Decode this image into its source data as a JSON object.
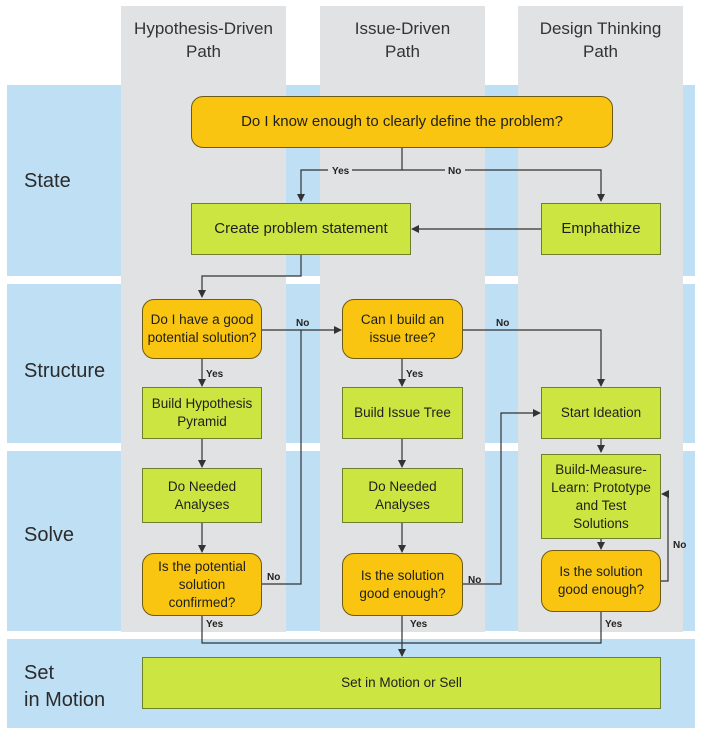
{
  "columns": {
    "hypothesis": "Hypothesis-Driven\nPath",
    "issue": "Issue-Driven\nPath",
    "design": "Design Thinking\nPath"
  },
  "rows": {
    "state": "State",
    "structure": "Structure",
    "solve": "Solve",
    "set_in_motion": "Set\nin Motion"
  },
  "nodes": {
    "know_enough": "Do I know enough to clearly define the problem?",
    "create_problem": "Create problem statement",
    "emphathize": "Emphathize",
    "good_potential": "Do I have a good potential solution?",
    "can_build_tree": "Can I build an issue tree?",
    "build_pyramid": "Build Hypothesis Pyramid",
    "build_tree": "Build Issue Tree",
    "start_ideation": "Start Ideation",
    "analyses_h": "Do Needed Analyses",
    "analyses_i": "Do Needed Analyses",
    "build_measure": "Build-Measure-Learn: Prototype and Test Solutions",
    "confirmed": "Is the potential solution confirmed?",
    "good_enough_i": "Is the solution good enough?",
    "good_enough_d": "Is the solution good enough?",
    "set_in_motion": "Set in Motion or Sell"
  },
  "edge_labels": {
    "yes": "Yes",
    "no": "No"
  }
}
